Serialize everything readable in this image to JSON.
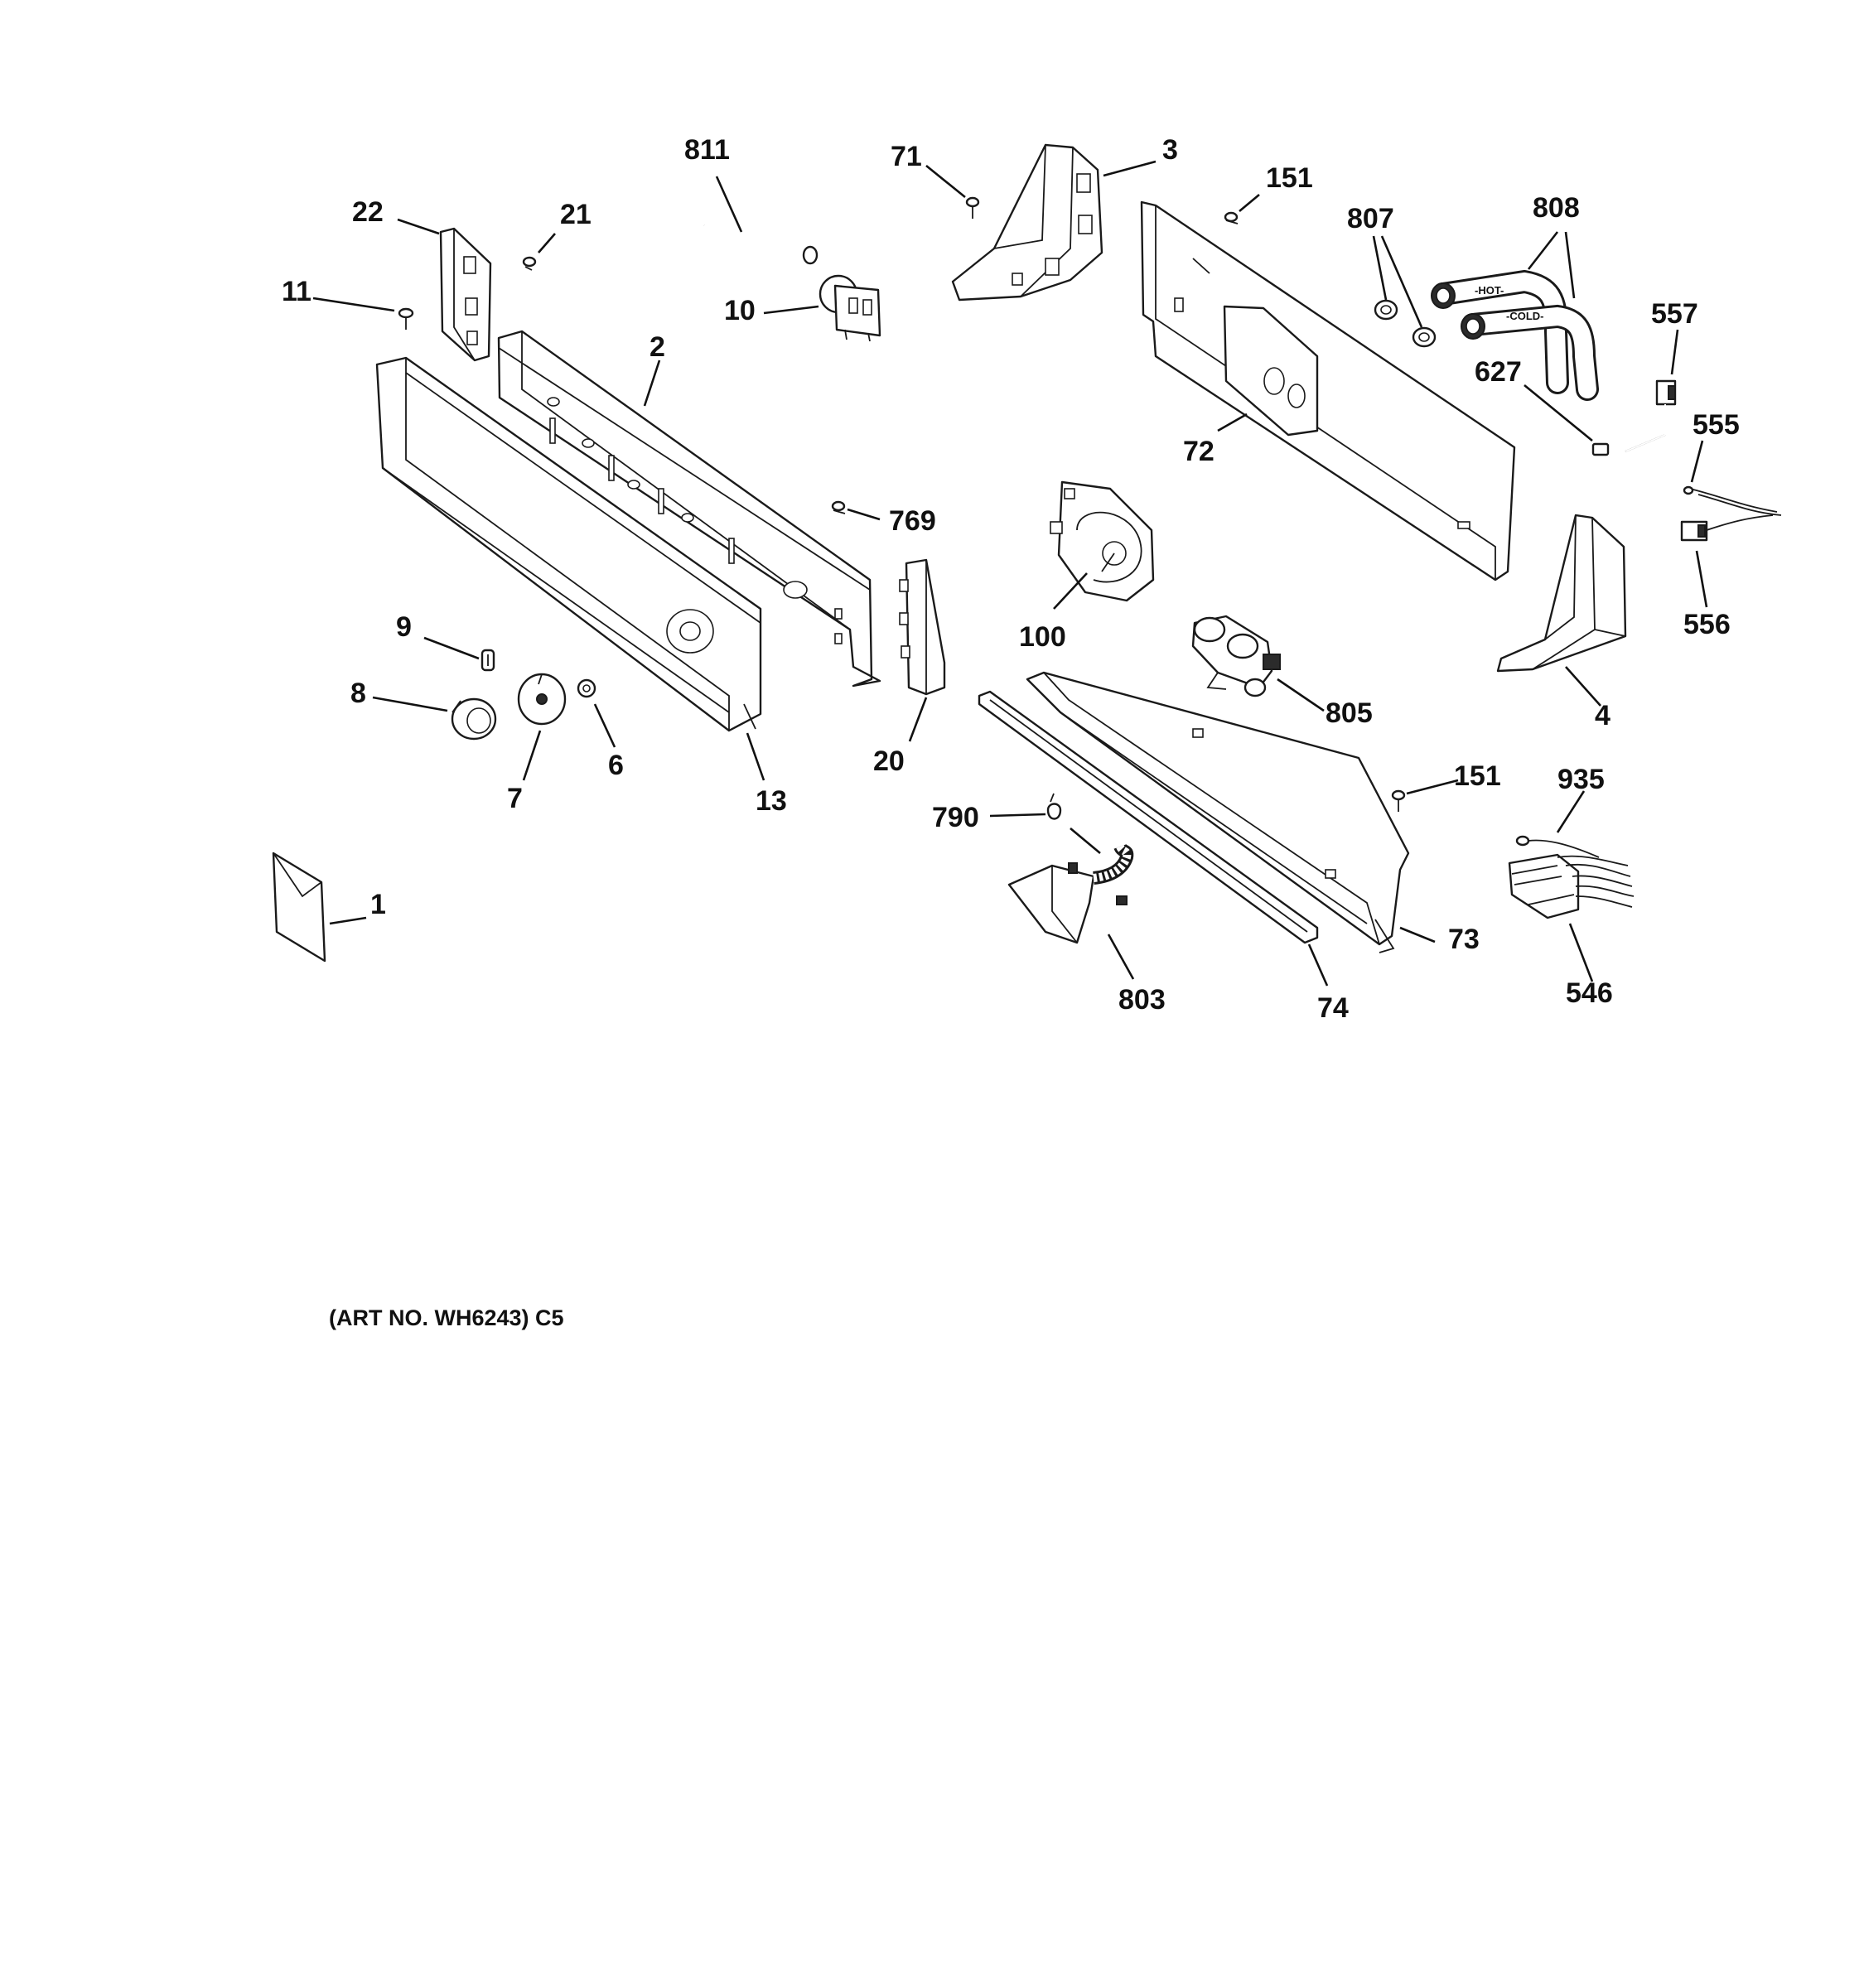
{
  "figure": {
    "art_number": "(ART NO. WH6243) C5",
    "colors": {
      "line": "#1a1a1a",
      "background": "#ffffff"
    }
  },
  "callouts": {
    "c811": "811",
    "c71": "71",
    "c3": "3",
    "c151a": "151",
    "c807": "807",
    "c808": "808",
    "c22": "22",
    "c21": "21",
    "c11": "11",
    "c10": "10",
    "c2": "2",
    "c557": "557",
    "c627": "627",
    "c72": "72",
    "c555": "555",
    "c769": "769",
    "c100": "100",
    "c556": "556",
    "c9": "9",
    "c8": "8",
    "c6": "6",
    "c7": "7",
    "c13": "13",
    "c20": "20",
    "c805": "805",
    "c4": "4",
    "c151b": "151",
    "c935": "935",
    "c790": "790",
    "c1": "1",
    "c73": "73",
    "c803": "803",
    "c74": "74",
    "c546": "546"
  },
  "hose_labels": {
    "hot": "-HOT-",
    "cold": "-COLD-"
  }
}
